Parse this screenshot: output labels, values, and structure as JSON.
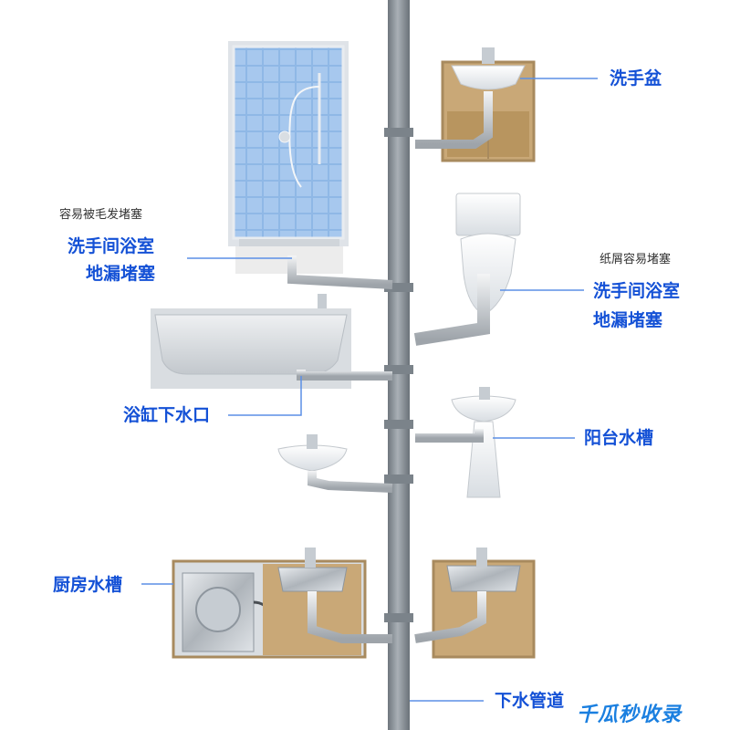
{
  "labels": {
    "basin_top": "洗手盆",
    "note_hair": "容易被毛发堵塞",
    "floor_drain_left_1": "洗手间浴室",
    "floor_drain_left_2": "地漏堵塞",
    "note_paper": "纸屑容易堵塞",
    "floor_drain_right_1": "洗手间浴室",
    "floor_drain_right_2": "地漏堵塞",
    "bathtub": "浴缸下水口",
    "balcony": "阳台水槽",
    "kitchen": "厨房水槽",
    "drain_pipe": "下水管道"
  },
  "watermark": "千瓜秒收录",
  "colors": {
    "label_blue": "#1451d6",
    "pipe_gray": "#8e969e",
    "cabinet_wood": "#c9a877",
    "tile_blue": "#8fb8e6",
    "leader_line": "#5b8fe6"
  },
  "icons": [
    "shower-icon",
    "basin-icon",
    "toilet-icon",
    "bathtub-icon",
    "pedestal-sink-icon",
    "wall-sink-icon",
    "washing-machine-icon",
    "kitchen-sink-icon"
  ]
}
